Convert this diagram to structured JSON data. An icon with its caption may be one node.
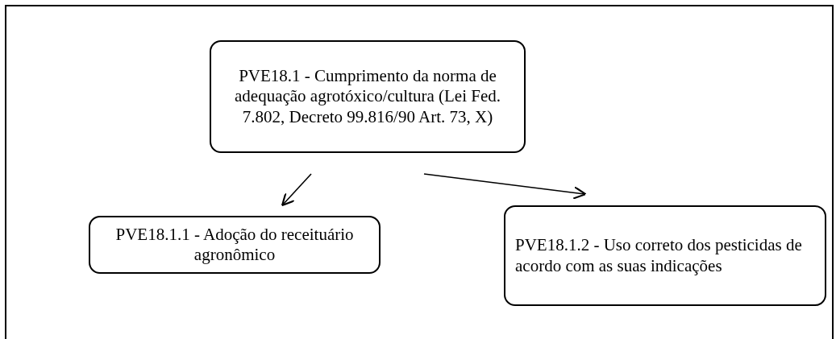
{
  "diagram": {
    "nodes": [
      {
        "text": [
          "PVE18.1 - Cumprimento da norma de adequação agrotóxico/cultura (Lei Fed. 7.802, Decreto 99.816/90 Art. 73, X)"
        ]
      },
      {
        "text": [
          "PVE18.1.1 - Adoção do receituário agronômico"
        ]
      },
      {
        "text": [
          "PVE18.1.2 - Uso correto dos pesticidas de acordo com as suas indicações"
        ]
      }
    ],
    "edges": [
      {
        "from": 0,
        "to": 1,
        "arrow": "to"
      },
      {
        "from": 0,
        "to": 2,
        "arrow": "to"
      }
    ]
  }
}
